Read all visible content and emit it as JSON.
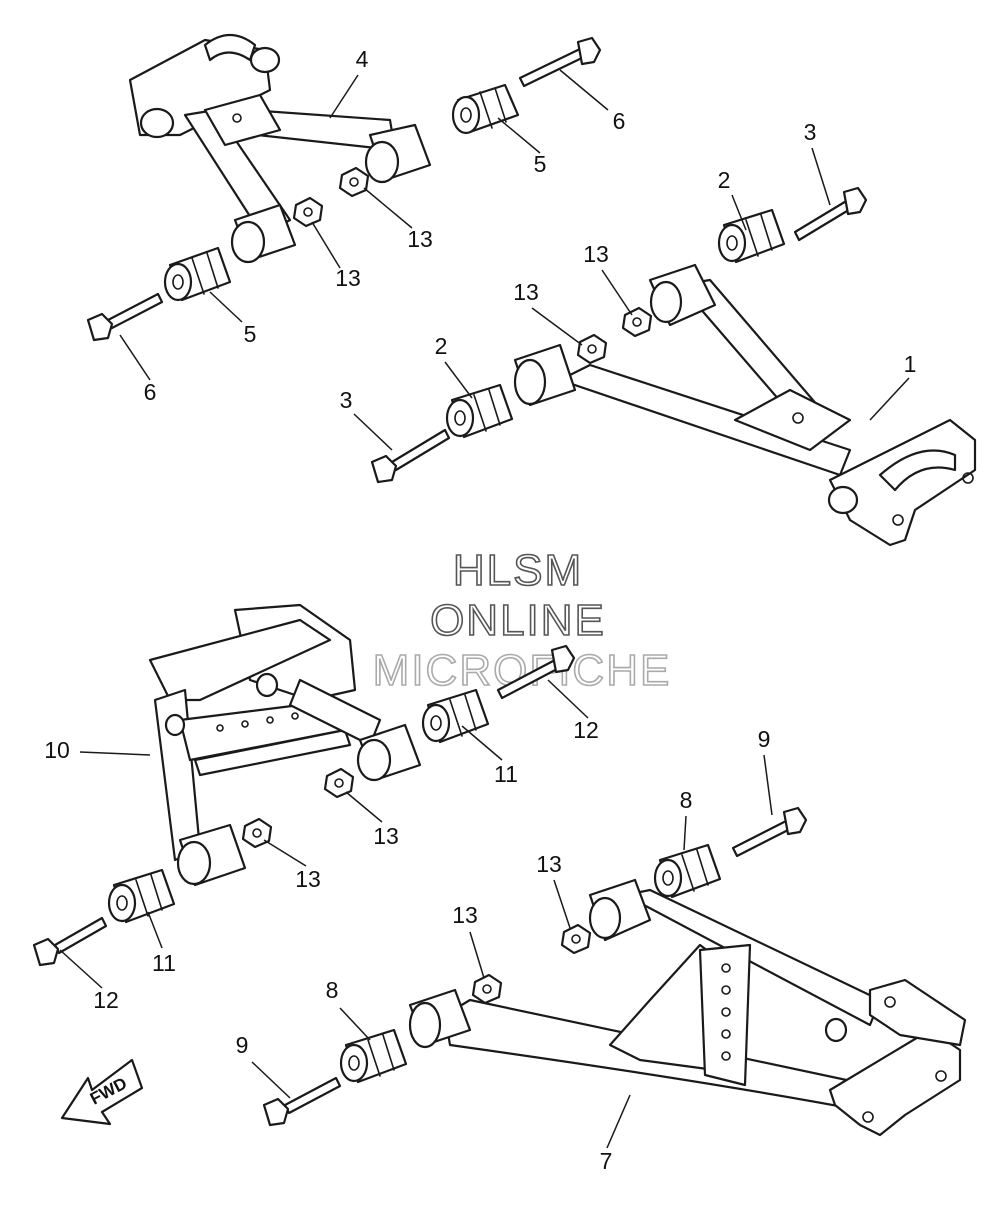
{
  "watermark": {
    "line1": "HLSM",
    "line2": "ONLINE",
    "line3": "MICROFICHE"
  },
  "direction_arrow": {
    "label": "FWD"
  },
  "callouts": {
    "c1": "1",
    "c2a": "2",
    "c2b": "2",
    "c3a": "3",
    "c3b": "3",
    "c4": "4",
    "c5a": "5",
    "c5b": "5",
    "c6a": "6",
    "c6b": "6",
    "c7": "7",
    "c8a": "8",
    "c8b": "8",
    "c9a": "9",
    "c9b": "9",
    "c10": "10",
    "c11a": "11",
    "c11b": "11",
    "c12a": "12",
    "c12b": "12",
    "c13a": "13",
    "c13b": "13",
    "c13c": "13",
    "c13d": "13",
    "c13e": "13",
    "c13f": "13",
    "c13g": "13",
    "c13h": "13"
  }
}
